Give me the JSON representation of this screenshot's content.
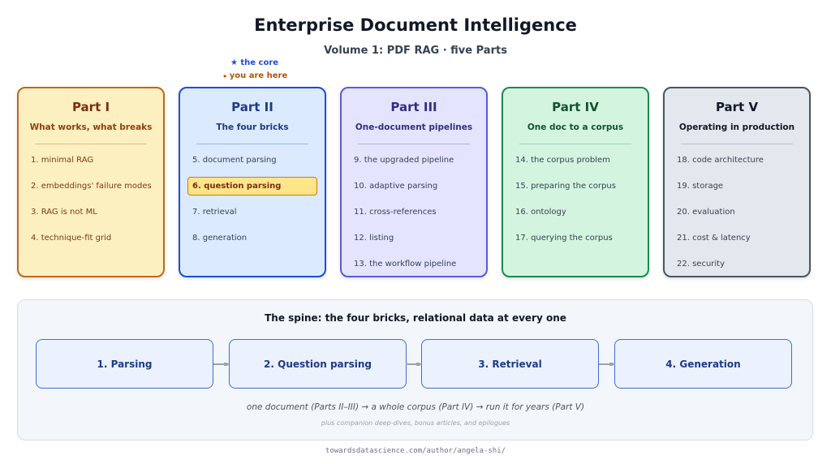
{
  "header": {
    "title": "Enterprise Document Intelligence",
    "subtitle": "Volume 1: PDF RAG · five Parts"
  },
  "legend": {
    "core": "★ the core",
    "you_are_here": "you are here"
  },
  "parts": [
    {
      "name": "Part I",
      "subtitle": "What works, what breaks",
      "items": [
        "1. minimal RAG",
        "2. embeddings' failure modes",
        "3. RAG is not ML",
        "4. technique-fit grid"
      ]
    },
    {
      "name": "Part II",
      "subtitle": "The four bricks",
      "items": [
        "5. document parsing",
        "6. question parsing",
        "7. retrieval",
        "8. generation"
      ]
    },
    {
      "name": "Part III",
      "subtitle": "One-document pipelines",
      "items": [
        "9. the upgraded pipeline",
        "10. adaptive parsing",
        "11. cross-references",
        "12. listing",
        "13. the workflow pipeline"
      ]
    },
    {
      "name": "Part IV",
      "subtitle": "One doc to a corpus",
      "items": [
        "14. the corpus problem",
        "15. preparing the corpus",
        "16. ontology",
        "17. querying the corpus"
      ]
    },
    {
      "name": "Part V",
      "subtitle": "Operating in production",
      "items": [
        "18. code architecture",
        "19. storage",
        "20. evaluation",
        "21. cost & latency",
        "22. security"
      ]
    }
  ],
  "spine": {
    "title": "The spine: the four bricks, relational data at every one",
    "bricks": [
      "1. Parsing",
      "2. Question parsing",
      "3. Retrieval",
      "4. Generation"
    ],
    "flow": "one document (Parts II–III) → a whole corpus (Part IV) → run it for years (Part V)",
    "extras": "plus companion deep-dives, bonus articles, and epilogues"
  },
  "footer": "towardsdatascience.com/author/angela-shi/",
  "colors": {
    "part1": "#c2661a",
    "part2": "#1d4ed8",
    "part3": "#5b5bd6",
    "part4": "#1d8a4f",
    "part5": "#4b5563",
    "highlight": "#fde68a",
    "connector": "#9aa3b0"
  }
}
